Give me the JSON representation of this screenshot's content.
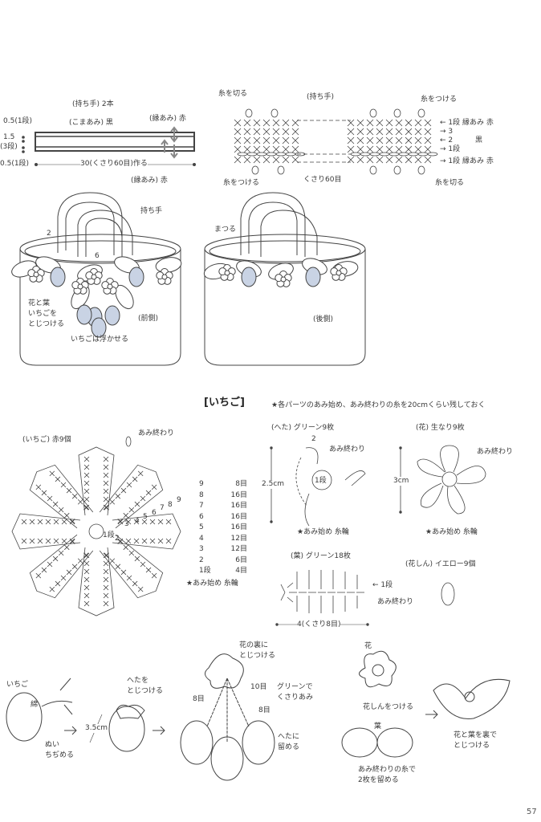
{
  "handle_diagram": {
    "title": "(持ち手) 2本",
    "top_edge": "0.5(1段)",
    "body_stitch": "(こまあみ) 黒",
    "edge_top": "(縁あみ) 赤",
    "width_val": "1.5",
    "width_rows": "(3段)",
    "bottom_edge": "0.5(1段)",
    "length": "30(くさり60目)作る",
    "edge_bottom": "(縁あみ) 赤"
  },
  "handle_chart": {
    "title": "(持ち手)",
    "cut_top": "糸を切る",
    "attach_top": "糸をつける",
    "row_edge_top": "← 1段 縁あみ 赤",
    "row3": "→ 3",
    "row2": "← 2",
    "row1": "→ 1段",
    "black": "黒",
    "row_edge_bottom": "→ 1段 縁あみ 赤",
    "attach_bottom": "糸をつける",
    "chain": "くさり60目",
    "cut_bottom": "糸を切る"
  },
  "bag_front": {
    "handle": "持ち手",
    "dim2": "2",
    "dim6": "6",
    "attach": "花と葉\nいちごを\nとじつける",
    "side": "(前側)",
    "float": "いちごは浮かせる"
  },
  "bag_back": {
    "sew": "まつる",
    "side": "(後側)"
  },
  "strawberry_section": {
    "heading": "[いちご]",
    "note": "★各パーツのあみ始め、あみ終わりの糸を20cmくらい残しておく",
    "chart_title": "(いちご) 赤9個",
    "end": "あみ終わり",
    "row_labels": [
      "1段",
      "2",
      "3",
      "4",
      "5",
      "6",
      "7",
      "8",
      "9"
    ],
    "rows": [
      {
        "row": "9",
        "count": "8目"
      },
      {
        "row": "8",
        "count": "16目"
      },
      {
        "row": "7",
        "count": "16目"
      },
      {
        "row": "6",
        "count": "16目"
      },
      {
        "row": "5",
        "count": "16目"
      },
      {
        "row": "4",
        "count": "12目"
      },
      {
        "row": "3",
        "count": "12目"
      },
      {
        "row": "2",
        "count": "6目"
      },
      {
        "row": "1段",
        "count": "4目"
      }
    ],
    "start": "★あみ始め 糸輪"
  },
  "calyx": {
    "title": "(へた) グリーン9枚",
    "two": "2",
    "end": "あみ終わり",
    "size": "2.5cm",
    "row1": "1段",
    "start": "★あみ始め 糸輪"
  },
  "flower": {
    "title": "(花) 生なり9枚",
    "end": "あみ終わり",
    "size": "3cm",
    "start": "★あみ始め 糸輪"
  },
  "leaf": {
    "title": "(葉) グリーン18枚",
    "row1": "← 1段",
    "end": "あみ終わり",
    "length": "4(くさり8目)"
  },
  "flower_center": {
    "title": "(花しん) イエロー9個"
  },
  "assembly": {
    "strawberry": "いちご",
    "cotton": "綿",
    "gather": "ぬい\nちぢめる",
    "size": "3.5cm",
    "attach_calyx": "へたを\nとじつける",
    "attach_back": "花の裏に\nとじつける",
    "ten": "10目",
    "green_chain": "グリーンで\nくさりあみ",
    "eight_left": "8目",
    "eight_right": "8目",
    "fix_calyx": "へたに\n留める",
    "flower": "花",
    "attach_center": "花しんをつける",
    "leaf": "葉",
    "fix_two": "あみ終わりの糸で\n2枚を留める",
    "join": "花と葉を裏で\nとじつける"
  },
  "page_number": "57",
  "colors": {
    "ink": "#3a3a3a",
    "strawberry_fill": "#c9d3e4",
    "paper": "#ffffff"
  }
}
